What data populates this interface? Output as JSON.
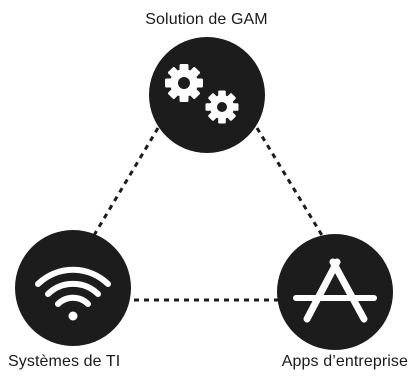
{
  "nodes": {
    "top": {
      "label": "Solution de GAM",
      "icon": "gears-icon"
    },
    "left": {
      "label": "Systèmes de TI",
      "icon": "wifi-icon"
    },
    "right": {
      "label": "Apps d’entreprise",
      "icon": "app-store-icon"
    }
  },
  "colors": {
    "node_fill": "#1c1c1c",
    "icon": "#ffffff",
    "connector": "#1c1c1c",
    "text": "#1a1a1a"
  }
}
